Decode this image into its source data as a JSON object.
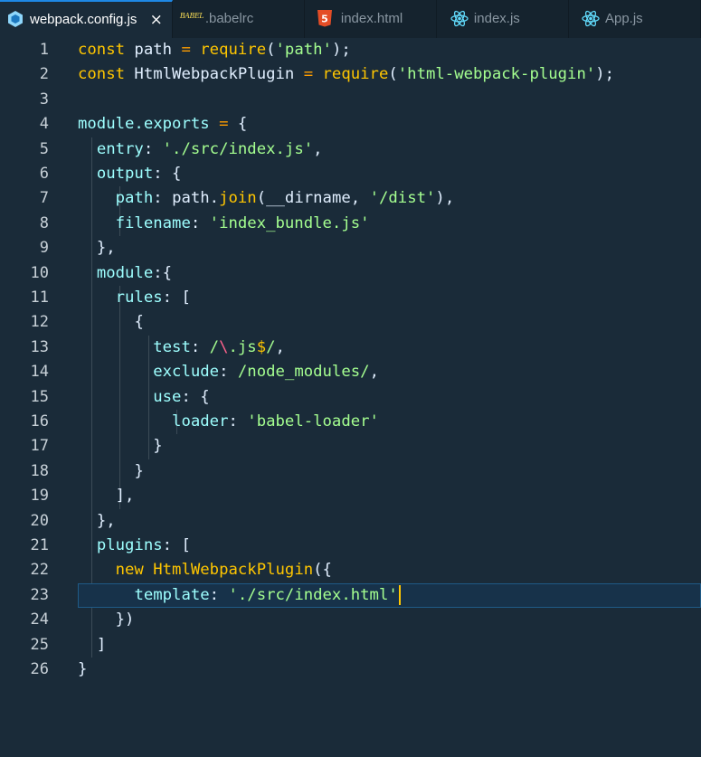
{
  "tabs": [
    {
      "label": "webpack.config.js",
      "icon": "webpack-icon",
      "active": true,
      "close": "×"
    },
    {
      "label": ".babelrc",
      "icon": "babel-icon",
      "icon_text": "BABEL"
    },
    {
      "label": "index.html",
      "icon": "html5-icon",
      "icon_text": "5"
    },
    {
      "label": "index.js",
      "icon": "react-icon"
    },
    {
      "label": "App.js",
      "icon": "react-icon"
    }
  ],
  "colors": {
    "background": "#1a2b39",
    "tab_bar": "#15232e",
    "active_tab_border": "#1e88e5",
    "keyword": "#ffc600",
    "string": "#a5ff90",
    "property": "#9effff",
    "cursor": "#ffc600"
  },
  "editor": {
    "current_line": 23,
    "lines": [
      {
        "n": "1",
        "tokens": [
          [
            "kw",
            "const"
          ],
          [
            "id",
            " path "
          ],
          [
            "op",
            "="
          ],
          [
            "id",
            " "
          ],
          [
            "fn",
            "require"
          ],
          [
            "pn",
            "("
          ],
          [
            "str",
            "'path'"
          ],
          [
            "pn",
            ");"
          ]
        ]
      },
      {
        "n": "2",
        "tokens": [
          [
            "kw",
            "const"
          ],
          [
            "id",
            " HtmlWebpackPlugin "
          ],
          [
            "op",
            "="
          ],
          [
            "id",
            " "
          ],
          [
            "fn",
            "require"
          ],
          [
            "pn",
            "("
          ],
          [
            "str",
            "'html-webpack-plugin'"
          ],
          [
            "pn",
            ");"
          ]
        ]
      },
      {
        "n": "3",
        "tokens": []
      },
      {
        "n": "4",
        "tokens": [
          [
            "prop",
            "module.exports"
          ],
          [
            "id",
            " "
          ],
          [
            "op",
            "="
          ],
          [
            "pn",
            " {"
          ]
        ]
      },
      {
        "n": "5",
        "tokens": [
          [
            "id",
            "  "
          ],
          [
            "prop",
            "entry"
          ],
          [
            "pn",
            ": "
          ],
          [
            "str",
            "'./src/index.js'"
          ],
          [
            "pn",
            ","
          ]
        ]
      },
      {
        "n": "6",
        "tokens": [
          [
            "id",
            "  "
          ],
          [
            "prop",
            "output"
          ],
          [
            "pn",
            ": {"
          ]
        ]
      },
      {
        "n": "7",
        "tokens": [
          [
            "id",
            "    "
          ],
          [
            "prop",
            "path"
          ],
          [
            "pn",
            ": "
          ],
          [
            "id",
            "path."
          ],
          [
            "fn",
            "join"
          ],
          [
            "pn",
            "("
          ],
          [
            "var",
            "__dirname"
          ],
          [
            "pn",
            ", "
          ],
          [
            "str",
            "'/dist'"
          ],
          [
            "pn",
            "),"
          ]
        ]
      },
      {
        "n": "8",
        "tokens": [
          [
            "id",
            "    "
          ],
          [
            "prop",
            "filename"
          ],
          [
            "pn",
            ": "
          ],
          [
            "str",
            "'index_bundle.js'"
          ]
        ]
      },
      {
        "n": "9",
        "tokens": [
          [
            "id",
            "  "
          ],
          [
            "pn",
            "},"
          ]
        ]
      },
      {
        "n": "10",
        "tokens": [
          [
            "id",
            "  "
          ],
          [
            "prop",
            "module"
          ],
          [
            "pn",
            ":{"
          ]
        ]
      },
      {
        "n": "11",
        "tokens": [
          [
            "id",
            "    "
          ],
          [
            "prop",
            "rules"
          ],
          [
            "pn",
            ": ["
          ]
        ]
      },
      {
        "n": "12",
        "tokens": [
          [
            "id",
            "      "
          ],
          [
            "pn",
            "{"
          ]
        ]
      },
      {
        "n": "13",
        "tokens": [
          [
            "id",
            "        "
          ],
          [
            "prop",
            "test"
          ],
          [
            "pn",
            ": "
          ],
          [
            "re",
            "/"
          ],
          [
            "rs",
            "\\"
          ],
          [
            "re",
            ".js"
          ],
          [
            "kw",
            "$"
          ],
          [
            "re",
            "/"
          ],
          [
            "pn",
            ","
          ]
        ]
      },
      {
        "n": "14",
        "tokens": [
          [
            "id",
            "        "
          ],
          [
            "prop",
            "exclude"
          ],
          [
            "pn",
            ": "
          ],
          [
            "re",
            "/node_modules/"
          ],
          [
            "pn",
            ","
          ]
        ]
      },
      {
        "n": "15",
        "tokens": [
          [
            "id",
            "        "
          ],
          [
            "prop",
            "use"
          ],
          [
            "pn",
            ": {"
          ]
        ]
      },
      {
        "n": "16",
        "tokens": [
          [
            "id",
            "          "
          ],
          [
            "prop",
            "loader"
          ],
          [
            "pn",
            ": "
          ],
          [
            "str",
            "'babel-loader'"
          ]
        ]
      },
      {
        "n": "17",
        "tokens": [
          [
            "id",
            "        "
          ],
          [
            "pn",
            "}"
          ]
        ]
      },
      {
        "n": "18",
        "tokens": [
          [
            "id",
            "      "
          ],
          [
            "pn",
            "}"
          ]
        ]
      },
      {
        "n": "19",
        "tokens": [
          [
            "id",
            "    "
          ],
          [
            "pn",
            "],"
          ]
        ]
      },
      {
        "n": "20",
        "tokens": [
          [
            "id",
            "  "
          ],
          [
            "pn",
            "},"
          ]
        ]
      },
      {
        "n": "21",
        "tokens": [
          [
            "id",
            "  "
          ],
          [
            "prop",
            "plugins"
          ],
          [
            "pn",
            ": ["
          ]
        ]
      },
      {
        "n": "22",
        "tokens": [
          [
            "id",
            "    "
          ],
          [
            "kw",
            "new"
          ],
          [
            "id",
            " "
          ],
          [
            "fn",
            "HtmlWebpackPlugin"
          ],
          [
            "pn",
            "({"
          ]
        ]
      },
      {
        "n": "23",
        "tokens": [
          [
            "id",
            "      "
          ],
          [
            "prop",
            "template"
          ],
          [
            "pn",
            ": "
          ],
          [
            "str",
            "'./src/index.html'"
          ]
        ]
      },
      {
        "n": "24",
        "tokens": [
          [
            "id",
            "    "
          ],
          [
            "pn",
            "})"
          ]
        ]
      },
      {
        "n": "25",
        "tokens": [
          [
            "id",
            "  "
          ],
          [
            "pn",
            "]"
          ]
        ]
      },
      {
        "n": "26",
        "tokens": [
          [
            "pn",
            "}"
          ]
        ]
      }
    ]
  }
}
